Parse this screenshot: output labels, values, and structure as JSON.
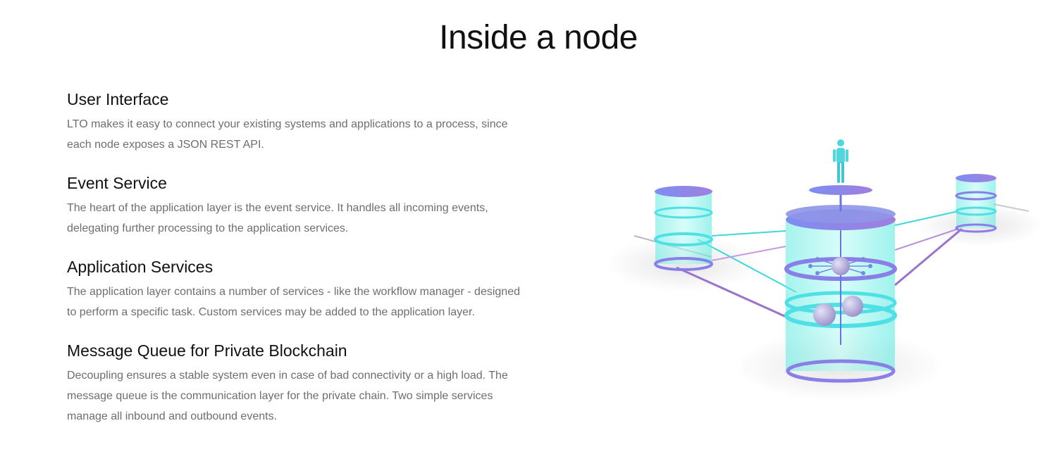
{
  "page": {
    "title": "Inside a node"
  },
  "features": [
    {
      "title": "User Interface",
      "description": "LTO makes it easy to connect your existing systems and applications to a process, since each node exposes a JSON REST API."
    },
    {
      "title": "Event Service",
      "description": "The heart of the application layer is the event service. It handles all incoming events, delegating further processing to the application services."
    },
    {
      "title": "Application Services",
      "description": "The application layer contains a number of services - like the workflow manager - designed to perform a specific task. Custom services may be added to the application layer."
    },
    {
      "title": "Message Queue for Private Blockchain",
      "description": "Decoupling ensures a stable system even in case of bad connectivity or a high load. The message queue is the communication layer for the private chain. Two simple services manage all inbound and outbound events."
    }
  ],
  "colors": {
    "cylinder_fill": "#7ff5ea",
    "ring": "#8a7fe6",
    "ring_light": "#4fe0e6",
    "line_purple": "#9a74c9",
    "line_cyan": "#3fd8d8",
    "sphere": "#b7b0dc"
  }
}
